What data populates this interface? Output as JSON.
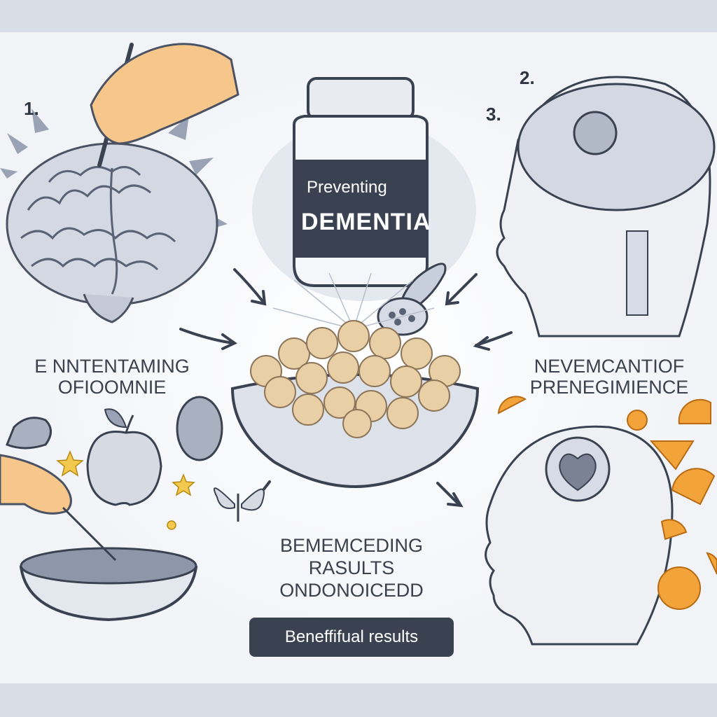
{
  "steps": {
    "one": "1.",
    "two": "2.",
    "three": "3."
  },
  "jar": {
    "line1": "Preventing",
    "line2": "DEMENTIA"
  },
  "captions": {
    "left_line1": "E NNTENTAMING",
    "left_line2": "OFIOOMNIE",
    "right_line1": "NEVEMCANTIOF",
    "right_line2": "PRENEGIMIENCE",
    "bottom_line1": "BEMEMCEDING",
    "bottom_line2": "RASULTS",
    "bottom_line3": "ONDONOICEDD"
  },
  "badge": {
    "label": "Beneffifual results"
  },
  "icons": [
    "brain-icon",
    "pill-jar-icon",
    "bowl-icon",
    "apple-icon",
    "butterfly-icon",
    "heart-icon",
    "orange-slice-icon",
    "hand-icon",
    "arrow-icon"
  ],
  "colors": {
    "ink": "#3a4252",
    "accent_orange": "#f2a33a",
    "skin": "#f6c68a",
    "brain_gray": "#c8cfdc",
    "background": "#f7f8fa"
  }
}
